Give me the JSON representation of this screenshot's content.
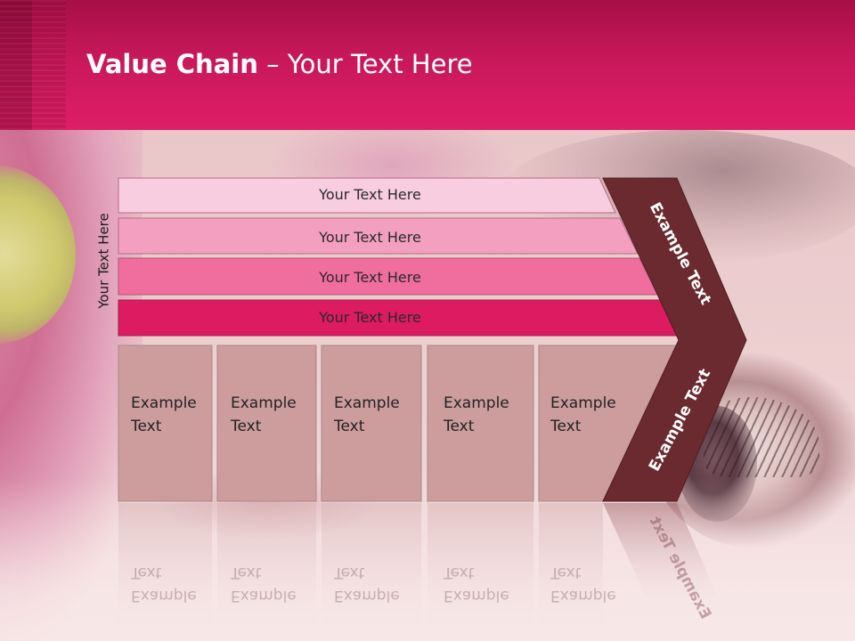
{
  "slide": {
    "title_bold": "Value Chain",
    "title_rest": " – Your Text Here",
    "side_label": "Your Text Here"
  },
  "bars": [
    {
      "label": "Your Text Here",
      "color": "#f8cde0"
    },
    {
      "label": "Your Text Here",
      "color": "#f39fc0"
    },
    {
      "label": "Your Text Here",
      "color": "#ef6e9d"
    },
    {
      "label": "Your Text Here",
      "color": "#dd1b61"
    }
  ],
  "boxes": [
    {
      "line1": "Example",
      "line2": "Text"
    },
    {
      "line1": "Example",
      "line2": "Text"
    },
    {
      "line1": "Example",
      "line2": "Text"
    },
    {
      "line1": "Example",
      "line2": "Text"
    },
    {
      "line1": "Example",
      "line2": "Text"
    }
  ],
  "chevron": {
    "upper_text": "Example Text",
    "lower_text": "Example Text",
    "color": "#6b2a30"
  },
  "colors": {
    "header": "#de1e66",
    "box_fill": "#cd9d9e",
    "box_border": "#a88688"
  }
}
